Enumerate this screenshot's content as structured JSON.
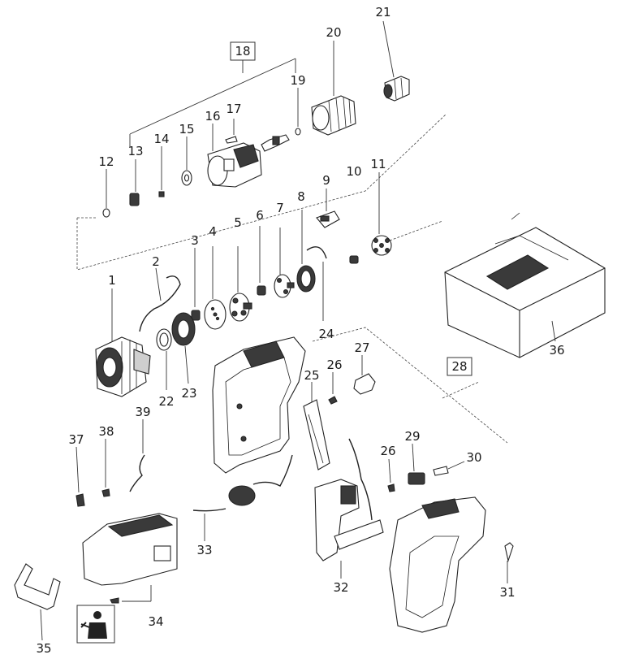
{
  "callouts": [
    {
      "id": "1",
      "text": "1"
    },
    {
      "id": "2",
      "text": "2"
    },
    {
      "id": "3",
      "text": "3"
    },
    {
      "id": "4",
      "text": "4"
    },
    {
      "id": "5",
      "text": "5"
    },
    {
      "id": "6",
      "text": "6"
    },
    {
      "id": "7",
      "text": "7"
    },
    {
      "id": "8",
      "text": "8"
    },
    {
      "id": "9",
      "text": "9"
    },
    {
      "id": "10",
      "text": "10"
    },
    {
      "id": "11",
      "text": "11"
    },
    {
      "id": "12",
      "text": "12"
    },
    {
      "id": "13",
      "text": "13"
    },
    {
      "id": "14",
      "text": "14"
    },
    {
      "id": "15",
      "text": "15"
    },
    {
      "id": "16",
      "text": "16"
    },
    {
      "id": "17",
      "text": "17"
    },
    {
      "id": "18",
      "text": "18"
    },
    {
      "id": "19",
      "text": "19"
    },
    {
      "id": "20",
      "text": "20"
    },
    {
      "id": "21",
      "text": "21"
    },
    {
      "id": "22",
      "text": "22"
    },
    {
      "id": "23",
      "text": "23"
    },
    {
      "id": "24",
      "text": "24"
    },
    {
      "id": "25",
      "text": "25"
    },
    {
      "id": "26a",
      "text": "26"
    },
    {
      "id": "26b",
      "text": "26"
    },
    {
      "id": "27",
      "text": "27"
    },
    {
      "id": "28",
      "text": "28"
    },
    {
      "id": "29",
      "text": "29"
    },
    {
      "id": "30",
      "text": "30"
    },
    {
      "id": "31",
      "text": "31"
    },
    {
      "id": "32",
      "text": "32"
    },
    {
      "id": "33",
      "text": "33"
    },
    {
      "id": "34",
      "text": "34"
    },
    {
      "id": "35",
      "text": "35"
    },
    {
      "id": "36",
      "text": "36"
    },
    {
      "id": "37",
      "text": "37"
    },
    {
      "id": "38",
      "text": "38"
    },
    {
      "id": "39",
      "text": "39"
    }
  ],
  "icons": {
    "service_icon": "service-technician-icon"
  },
  "colors": {
    "line": "#222222",
    "dark_part": "#3a3a3a",
    "background": "#ffffff"
  }
}
